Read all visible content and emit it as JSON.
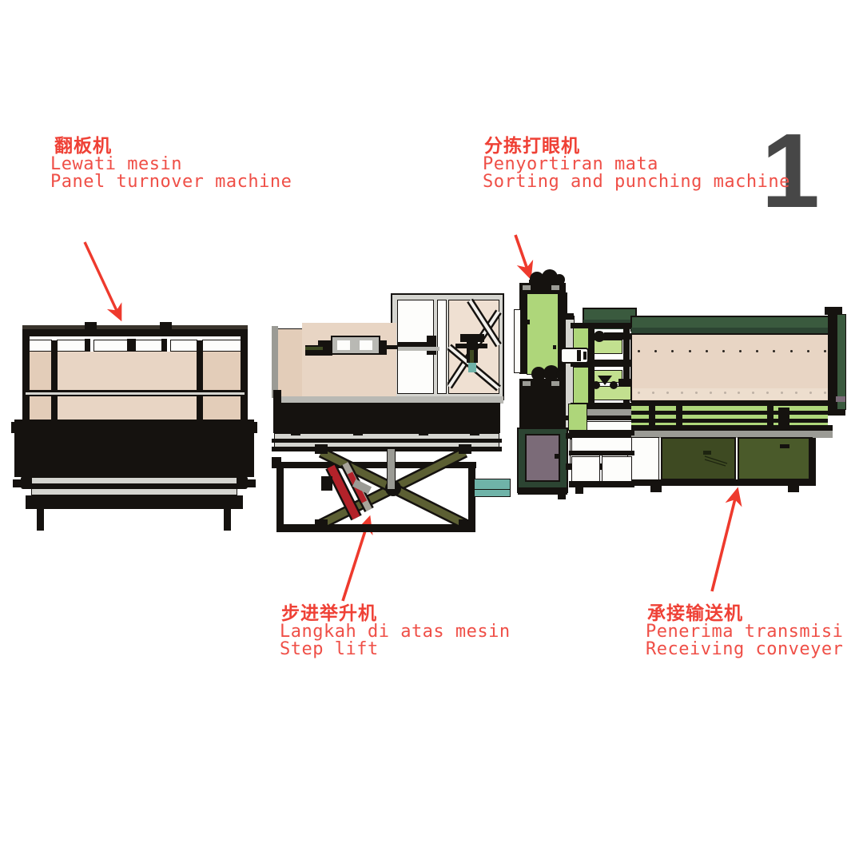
{
  "page": {
    "number": "1",
    "number_color": "#474747",
    "background": "#ffffff",
    "annotation_color": "#ee3a2d",
    "label_text_color": "#ef4136"
  },
  "diagram": {
    "type": "technical-illustration",
    "subject": "plywood / panel production line elevation view",
    "machine_count": 4
  },
  "labels": [
    {
      "id": "panel-turnover-machine",
      "chinese": "翻板机",
      "indonesian": "Lewati mesin",
      "english": "Panel turnover machine",
      "position": "top-left",
      "arrow": "down-right"
    },
    {
      "id": "sorting-and-punching-machine",
      "chinese": "分拣打眼机",
      "indonesian": "Penyortiran mata",
      "english": "Sorting and punching machine",
      "position": "top-center",
      "arrow": "down"
    },
    {
      "id": "step-lift",
      "chinese": "步进举升机",
      "indonesian": "Langkah di atas mesin",
      "english": "Step lift",
      "position": "bottom-center",
      "arrow": "up-right"
    },
    {
      "id": "receiving-conveyer",
      "chinese": "承接输送机",
      "indonesian": "Penerima transmisi",
      "english": "Receiving conveyer",
      "position": "bottom-right",
      "arrow": "up-right"
    }
  ],
  "machines": [
    {
      "id": "panel-turnover-machine",
      "name": "Panel turnover machine"
    },
    {
      "id": "step-lift",
      "name": "Step lift"
    },
    {
      "id": "sorting-and-punching-machine",
      "name": "Sorting and punching machine"
    },
    {
      "id": "receiving-conveyer",
      "name": "Receiving conveyer"
    }
  ],
  "colors": {
    "frame_black": "#15120f",
    "panel_beige": "#e8d5c4",
    "steel_gray": "#b9b9b4",
    "lime_green": "#aed67a",
    "dark_green": "#2c4432",
    "olive_green": "#3e4a22",
    "hydraulic_red": "#b3222a",
    "annotation_red": "#ee3a2d"
  }
}
